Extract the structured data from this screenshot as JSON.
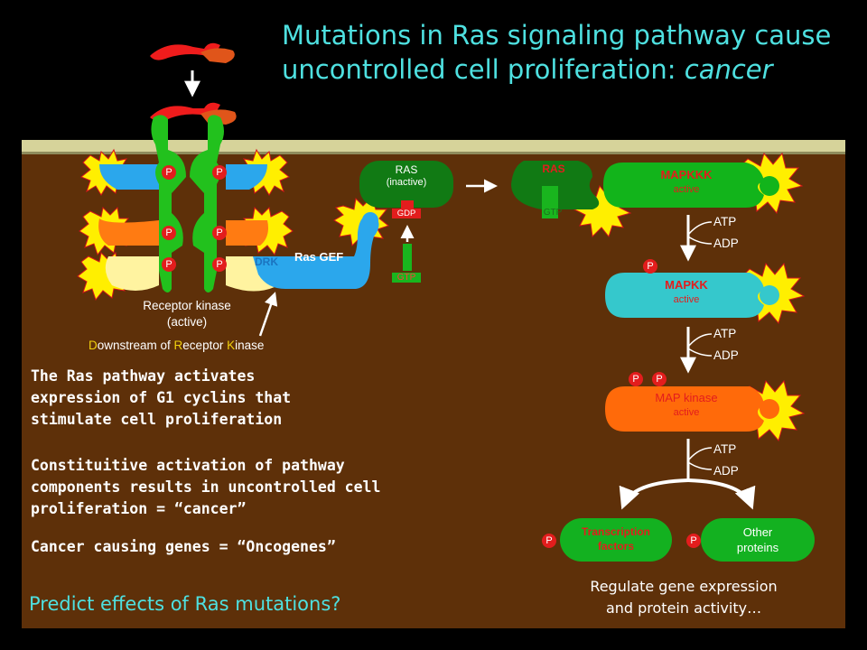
{
  "title": {
    "line1": "Mutations in Ras signaling pathway cause",
    "line2_prefix": "uncontrolled cell proliferation: ",
    "line2_emphasis": "cancer"
  },
  "receptor": {
    "label_line1": "Receptor kinase",
    "label_line2": "(active)",
    "phospho_label": "P"
  },
  "drk": {
    "text_D": "D",
    "text_1": "ownstream of ",
    "text_R": "R",
    "text_2": "eceptor ",
    "text_K": "K",
    "text_3": "inase",
    "short": "DRK"
  },
  "ras_gef": "Ras GEF",
  "ras_inactive": {
    "name": "RAS",
    "state": "(inactive)",
    "gdp": "GDP",
    "gtp": "GTP"
  },
  "ras_active": {
    "name": "RAS",
    "gtp": "GTP"
  },
  "mapkkk": {
    "name": "MAPKKK",
    "state": "active"
  },
  "mapkk": {
    "name": "MAPKK",
    "state": "active",
    "p": "P"
  },
  "mapk": {
    "name": "MAP kinase",
    "state": "active",
    "p": "P"
  },
  "atp": "ATP",
  "adp": "ADP",
  "transcription": {
    "line1": "Transcription",
    "line2": "factors",
    "p": "P"
  },
  "other": {
    "line1": "Other",
    "line2": "proteins",
    "p": "P"
  },
  "text1": [
    "The Ras pathway activates",
    "expression of G1 cyclins that",
    "stimulate cell proliferation"
  ],
  "text2": [
    "Constituitive activation of pathway",
    "components results in uncontrolled cell",
    "proliferation = “cancer”"
  ],
  "text3": "Cancer causing genes = “Oncogenes”",
  "predict": "Predict effects of Ras mutations?",
  "regulate": [
    "Regulate gene expression",
    "and protein activity…"
  ],
  "colors": {
    "cytoplasm": "#5e3009",
    "membrane": "#d6d39a",
    "receptor_green": "#22c11d",
    "ligand_red": "#ef1c1c",
    "domain_blue": "#2ba7ec",
    "domain_orange": "#ff7b12",
    "domain_yellow": "#fff3a0",
    "ras_green": "#117a14",
    "mapkkk_green": "#12b41b",
    "mapkk_cyan": "#35c8cc",
    "mapk_orange": "#ff6a0a",
    "tf_green": "#13b120",
    "phospho_red": "#e31d1d",
    "starburst": "#ffef00",
    "title_cyan": "#4ee0e0",
    "drk_highlight": "#f0d00e"
  }
}
